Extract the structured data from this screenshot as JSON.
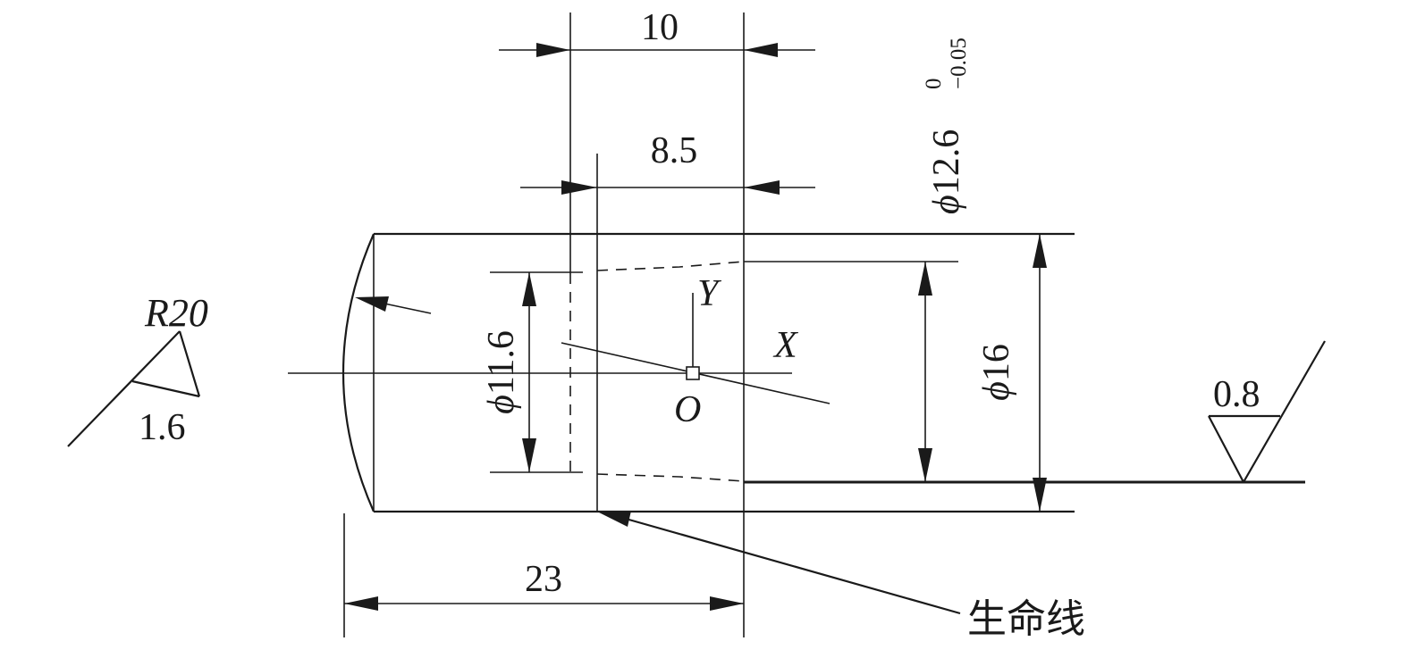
{
  "drawing": {
    "dimensions": {
      "width_top": "10",
      "width_mid": "8.5",
      "diameter_bore_prefix": "ϕ",
      "diameter_bore_value": "11.6",
      "diameter_shaft_prefix": "ϕ",
      "diameter_shaft_value": "16",
      "diameter_tol_prefix": "ϕ",
      "diameter_tol_value": "12.6",
      "diameter_tol_upper": "0",
      "diameter_tol_lower": "−0.05",
      "length_bottom": "23",
      "radius": "R20"
    },
    "axes": {
      "x_label": "X",
      "y_label": "Y",
      "origin_label": "O"
    },
    "roughness": {
      "left_value": "1.6",
      "right_value": "0.8"
    },
    "callout": {
      "lifeline_label": "生命线"
    }
  }
}
